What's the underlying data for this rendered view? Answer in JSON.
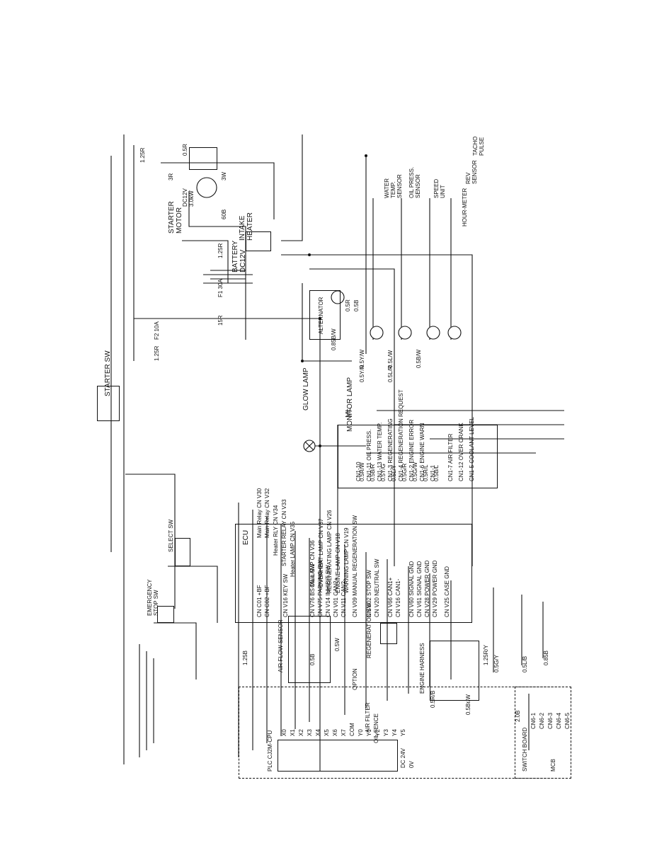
{
  "components": {
    "starter_motor": "STARTER\nMOTOR",
    "starter_motor_rating": "DC12V\n3.0kW",
    "intake_heater": "INTAKE\nHEATER",
    "battery": "BATTERY\nDC12V",
    "alternator": "ALTERNATOR",
    "glow_lamp": "GLOW LAMP",
    "monitor_lamp_tag": "ML",
    "monitor_lamp": "MONITOR LAMP",
    "starter_sw": "STARTER SW",
    "ecu": "ECU",
    "select_sw": "SELECT SW",
    "emergency_stop_sw": "EMERGENCY\nSTOP SW",
    "air_flow_sensor": "AIR FLOW SENSOR",
    "engine_harness": "ENGINE HARNESS",
    "regeneration_sw": "REGENERATION SW",
    "option": "OPTION",
    "air_filter": "AIR FILTER",
    "oil_fence": "OIL FENCE",
    "plc": "PLC CJ2M-CPU",
    "switch_board": "SWITCH BOARD",
    "water_temp_sensor": "WATER\nTEMP.\nSENSOR",
    "oil_press_sensor": "OIL PRESS.\nSENSOR",
    "speed_unit": "SPEED\nUNIT",
    "hour_meter": "HOUR-METER",
    "rev_sensor": "REV\nSENSOR",
    "tacho_pulse": "TACHO\nPULSE"
  },
  "ecu_pins": [
    "Main Relay CN V30",
    "Main Relay CN V32",
    "Heater RLY CN V34",
    "STARTER RELAY CN V33",
    "Heater LAMP CN V35",
    "OIL LAMP CN V36",
    "OVERHEAT LAMP CN V37",
    "REGENERATING LAMP CN V26",
    "ENGINE LAMP CN V18",
    "WARNING LAMP CN V19",
    "CN C01 +BF",
    "CN C02 +BF",
    "CN V16 KEY SW",
    "CN V76 BS Main SW",
    "CN V75 PARKING SW",
    "CN V14 INHIBIT SW",
    "CN V01 CAN2+",
    "CN V11 CAN2-",
    "CN V09 MANUAL REGENERATION SW",
    "CN V02 STOP SW",
    "CN V20 NEUTRAL SW",
    "CN V66 CAN1+",
    "CN V16 CAN1-",
    "CN V60 SIGNAL GND",
    "CN V61 SIGNAL GND",
    "CN V28 POWER GND",
    "CN V29 POWER GND",
    "CN V25 CASE GND"
  ],
  "monitor_lamp_items": [
    "CN1-10",
    "CN1-11 OIL PRESS.",
    "CN1-13 WATER TEMP.",
    "CN1-3 REGENERATING",
    "CN1-4 REGENERATION REQUEST",
    "CN1-2 ENGINE ERROR",
    "CN1-6 ENGINE WARN",
    "CN1-1",
    "CN1-7 AIR FILTER",
    "CN1-12 OVER CRANK",
    "CN1-5 COOLANT LEVEL"
  ],
  "wire_labels": [
    "1.25R",
    "0.5R",
    "3R",
    "3W",
    "60B",
    "1.25R",
    "F1 30A",
    "15R",
    "1.25R",
    "F2 10A",
    "0.5R",
    "0.5B",
    "0.85B/W",
    "0.5Y/W",
    "0.5L/W",
    "0.5B/W",
    "0.5Y/R",
    "0.5L/R",
    "0.5R/W",
    "0.5B/R",
    "0.5Y/G",
    "0.5L/Y",
    "0.5G/R",
    "0.5G/W",
    "0.5R/L",
    "0.5B/L",
    "1.25B",
    "0.5B",
    "0.5W",
    "0.5G/Y",
    "0.5L/B",
    "0.85B",
    "0.5R/B",
    "0.5Br/W",
    "1.25R/Y",
    "2.0B"
  ],
  "plc_terminals": [
    "X0",
    "X1",
    "X2",
    "X3",
    "X4",
    "X5",
    "X6",
    "X7",
    "COM",
    "Y0",
    "Y1",
    "Y2",
    "Y3",
    "Y4",
    "Y5",
    "DC 24V",
    "0V"
  ],
  "switch_board_items": [
    "MCB",
    "CN6-1",
    "CN6-2",
    "CN6-3",
    "CN6-4",
    "CN6-5"
  ]
}
